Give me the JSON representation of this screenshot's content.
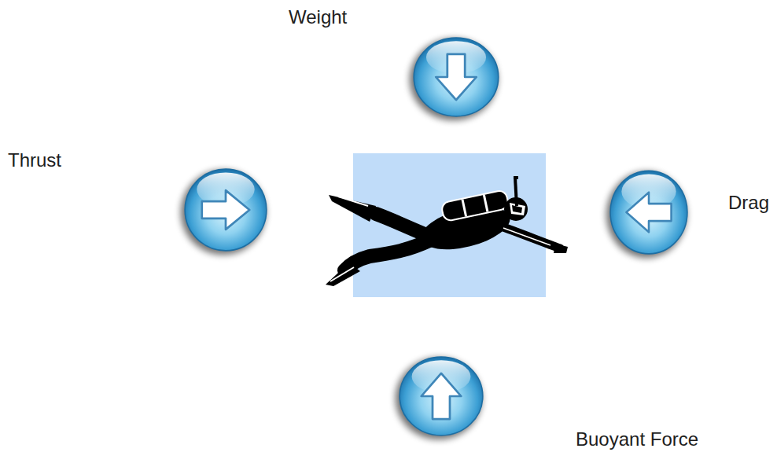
{
  "diagram": {
    "nodes": [
      {
        "text": [
          "Weight"
        ]
      },
      {
        "text": [
          "Thrust"
        ]
      },
      {
        "text": [
          "Drag"
        ]
      },
      {
        "text": [
          "Buoyant Force"
        ]
      }
    ]
  }
}
